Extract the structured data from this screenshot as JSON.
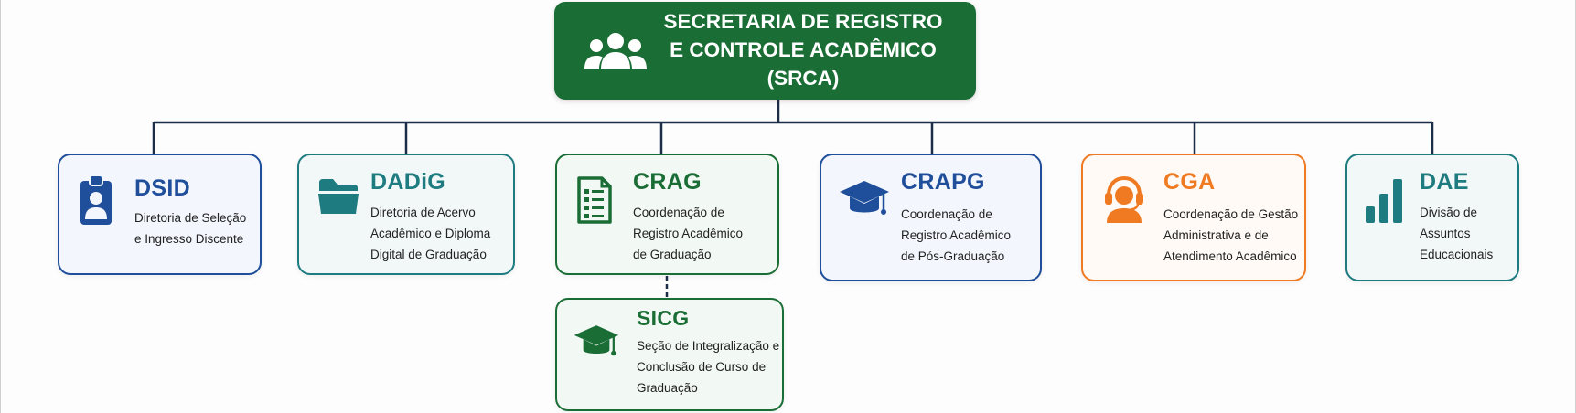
{
  "root": {
    "title_lines": [
      "SECRETARIA DE REGISTRO",
      "E CONTROLE ACADÊMICO",
      "(SRCA)"
    ],
    "icon": "people-group-icon",
    "color": "#1a6d35"
  },
  "units": [
    {
      "abbr": "DSID",
      "lines": [
        "Diretoria de Seleção",
        "e Ingresso Discente"
      ],
      "icon": "id-badge-icon",
      "color": "#1f4e9a",
      "bg": "#f3f6fc"
    },
    {
      "abbr": "DADiG",
      "lines": [
        "Diretoria de Acervo",
        "Acadêmico e Diploma",
        "Digital de Graduação"
      ],
      "icon": "folder-icon",
      "color": "#1e7b80",
      "bg": "#f2f8f8"
    },
    {
      "abbr": "CRAG",
      "lines": [
        "Coordenação de",
        "Registro Acadêmico",
        "de Graduação"
      ],
      "icon": "checklist-document-icon",
      "color": "#1a6d35",
      "bg": "#f2f8f3"
    },
    {
      "abbr": "CRAPG",
      "lines": [
        "Coordenação de",
        "Registro Acadêmico",
        "de Pós-Graduação"
      ],
      "icon": "graduation-cap-icon",
      "color": "#1f4e9a",
      "bg": "#f3f6fc"
    },
    {
      "abbr": "CGA",
      "lines": [
        "Coordenação de Gestão",
        "Administrativa e de",
        "Atendimento Acadêmico"
      ],
      "icon": "headset-agent-icon",
      "color": "#f07a22",
      "bg": "#fffaf5"
    },
    {
      "abbr": "DAE",
      "lines": [
        "Divisão de",
        "Assuntos",
        "Educacionais"
      ],
      "icon": "bar-chart-icon",
      "color": "#1e7b80",
      "bg": "#f2f8f8"
    }
  ],
  "sub_unit": {
    "parent": "CRAG",
    "abbr": "SICG",
    "lines": [
      "Seção de Integralização e",
      "Conclusão de Curso de",
      "Graduação"
    ],
    "icon": "graduation-cap-icon",
    "color": "#1a6d35",
    "bg": "#f2f8f3"
  },
  "connector_color": "#1c2d4a"
}
